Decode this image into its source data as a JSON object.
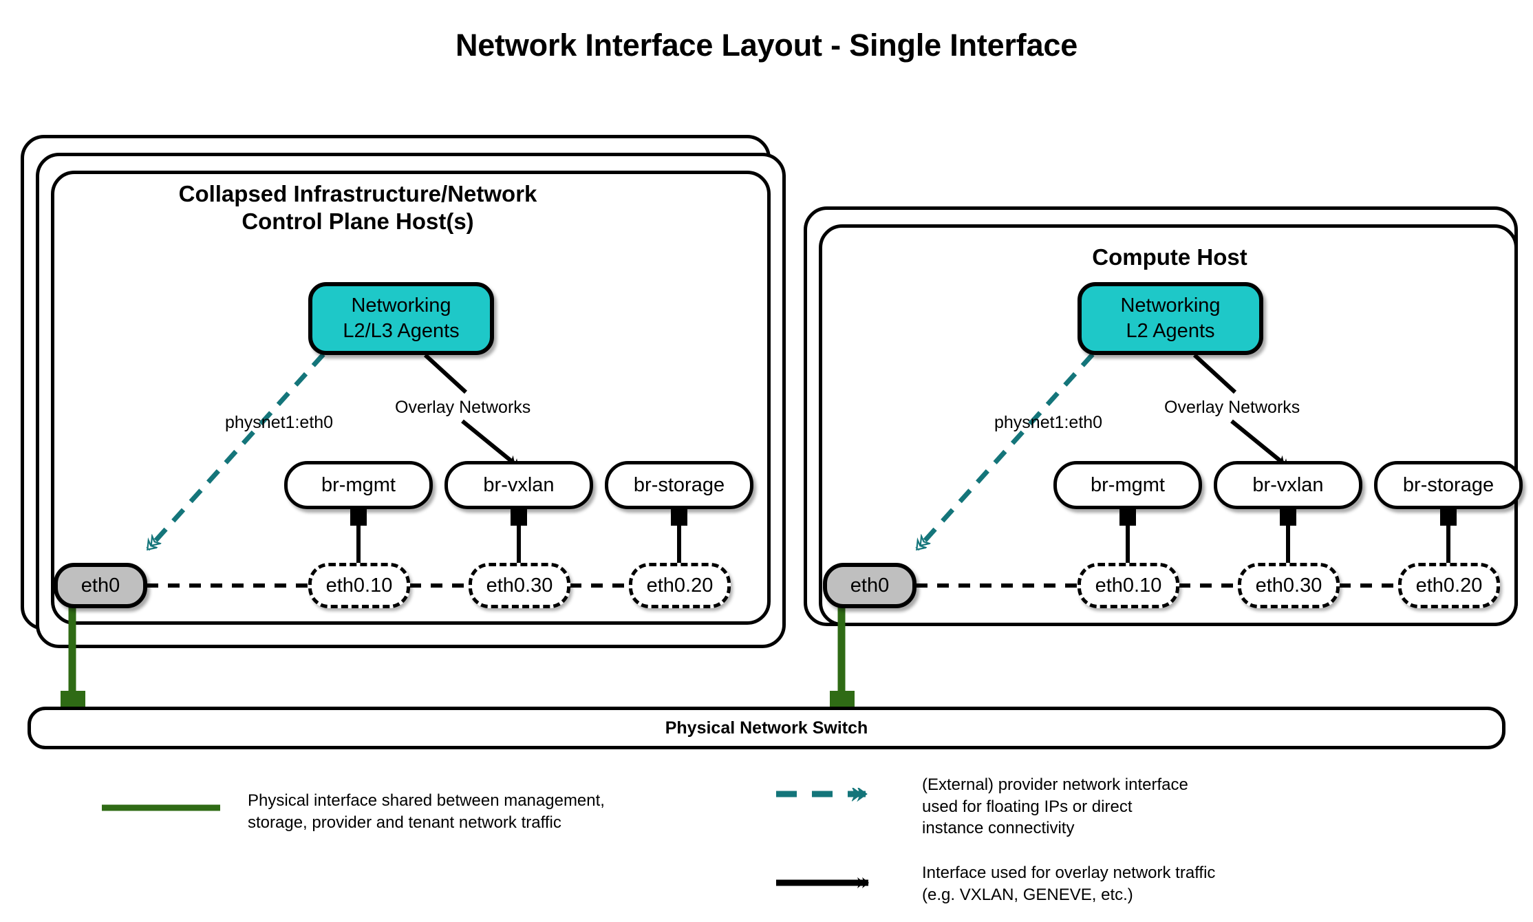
{
  "title": "Network Interface Layout - Single Interface",
  "colors": {
    "agent_fill": "#1EC8C8",
    "phys_fill": "#BFBFBF",
    "provider_teal": "#14757A",
    "physical_green": "#2F6B15",
    "stroke": "#000000"
  },
  "hosts": [
    {
      "id": "control-plane",
      "title": "Collapsed Infrastructure/Network\nControl Plane Host(s)",
      "stack_count": 3,
      "agents": {
        "line1": "Networking",
        "line2": "L2/L3 Agents"
      },
      "edge_labels": {
        "provider": "physnet1:eth0",
        "overlay": "Overlay Networks"
      },
      "physical_interface": "eth0",
      "bridges": [
        "br-mgmt",
        "br-vxlan",
        "br-storage"
      ],
      "vlan_interfaces": [
        "eth0.10",
        "eth0.30",
        "eth0.20"
      ]
    },
    {
      "id": "compute",
      "title": "Compute Host",
      "stack_count": 2,
      "agents": {
        "line1": "Networking",
        "line2": "L2 Agents"
      },
      "edge_labels": {
        "provider": "physnet1:eth0",
        "overlay": "Overlay Networks"
      },
      "physical_interface": "eth0",
      "bridges": [
        "br-mgmt",
        "br-vxlan",
        "br-storage"
      ],
      "vlan_interfaces": [
        "eth0.10",
        "eth0.30",
        "eth0.20"
      ]
    }
  ],
  "switch": {
    "label": "Physical Network Switch"
  },
  "legend": [
    {
      "id": "physical-interface",
      "swatch": "solid-green-line",
      "text": "Physical interface shared between management,\nstorage, provider and tenant network traffic"
    },
    {
      "id": "provider-interface",
      "swatch": "dashed-teal-arrow",
      "text": "(External) provider network interface\nused for floating IPs or direct\ninstance connectivity"
    },
    {
      "id": "overlay-interface",
      "swatch": "solid-black-arrow",
      "text": "Interface used for overlay network traffic\n(e.g. VXLAN, GENEVE, etc.)"
    }
  ]
}
